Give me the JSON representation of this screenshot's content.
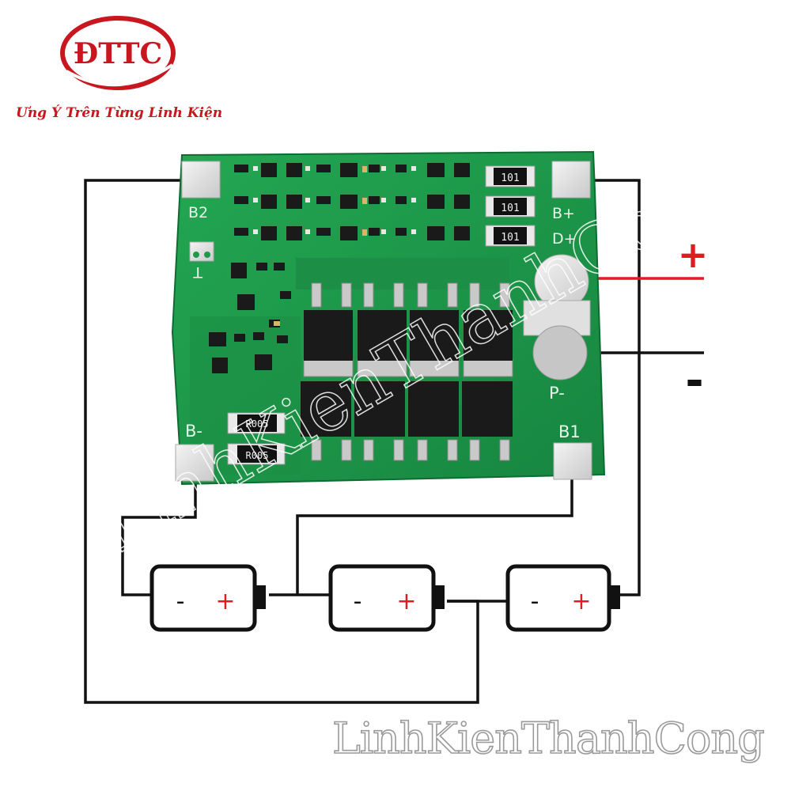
{
  "brand": {
    "logo_text": "ĐTTC",
    "slogan": "Ưng Ý Trên Từng Linh Kiện",
    "logo_color": "#c8171e"
  },
  "watermark": {
    "text": "LinhKienThanhCong"
  },
  "board": {
    "pad_labels": {
      "b2": "B2",
      "b_plus": "B+",
      "d_plus": "D+",
      "t": "T",
      "b_minus": "B-",
      "p_minus": "P-",
      "b1": "B1"
    },
    "resistor_labels": [
      "101",
      "101",
      "101"
    ],
    "shunt_labels": [
      "R005",
      "R005"
    ],
    "pcb_color": "#1f9a4a"
  },
  "terminals": {
    "plus": "+",
    "minus": "-"
  },
  "batteries": [
    {
      "neg": "-",
      "pos": "+"
    },
    {
      "neg": "-",
      "pos": "+"
    },
    {
      "neg": "-",
      "pos": "+"
    }
  ],
  "colors": {
    "wire": "#111111",
    "plus_wire": "#e11b22",
    "plus_sign": "#e11b22"
  }
}
